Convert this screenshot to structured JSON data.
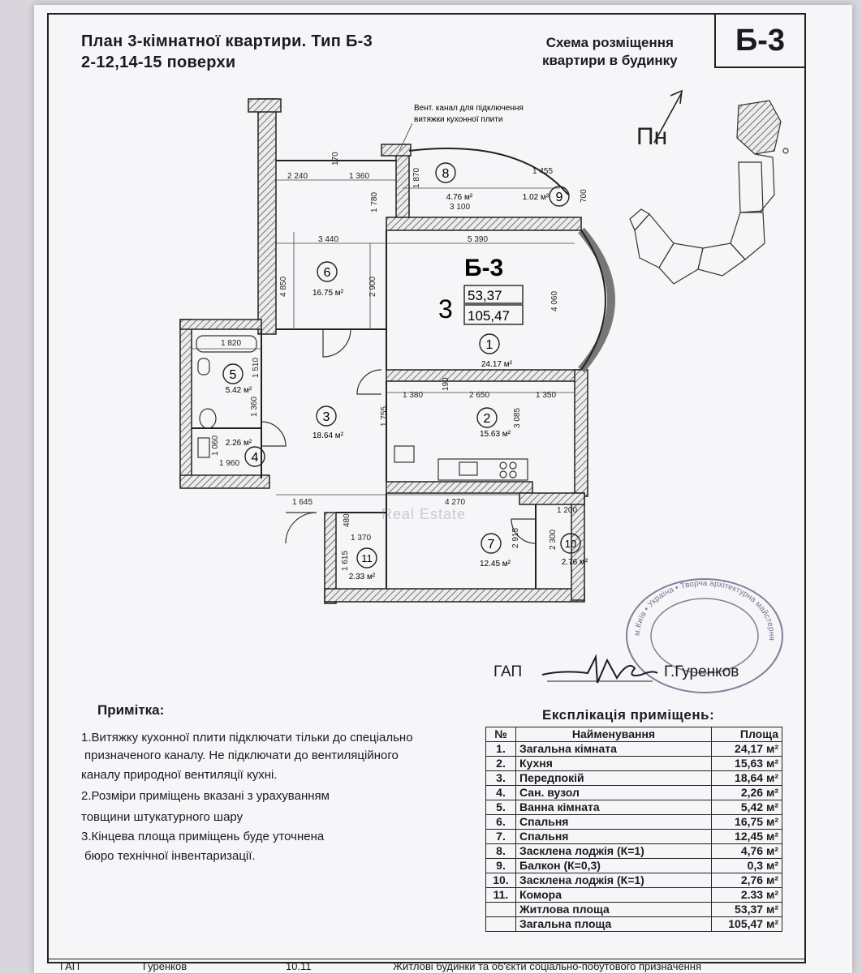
{
  "header": {
    "title_line1": "План 3-кімнатної квартири. Тип Б-3",
    "title_line2": "2-12,14-15 поверхи",
    "scheme_line1": "Схема розміщення",
    "scheme_line2": "квартири в будинку",
    "type_code": "Б-3"
  },
  "plan": {
    "vent_note_line1": "Вент. канал для підключення",
    "vent_note_line2": "витяжки кухонної плити",
    "north_label": "Пн",
    "apt_type": "Б-3",
    "rooms_count": "3",
    "living_area": "53,37",
    "total_area": "105,47",
    "rooms": [
      {
        "num": "1",
        "area": "24.17 м²"
      },
      {
        "num": "2",
        "area": "15.63 м²"
      },
      {
        "num": "3",
        "area": "18.64 м²"
      },
      {
        "num": "4",
        "area": "2.26 м²"
      },
      {
        "num": "5",
        "area": "5.42 м²"
      },
      {
        "num": "6",
        "area": "16.75 м²"
      },
      {
        "num": "7",
        "area": "12.45 м²"
      },
      {
        "num": "8",
        "area": "4.76 м²"
      },
      {
        "num": "9",
        "area": "1.02 м²"
      },
      {
        "num": "10",
        "area": "2.76 м²"
      },
      {
        "num": "11",
        "area": "2.33 м²"
      }
    ],
    "dims": [
      "2 240",
      "170",
      "1 360",
      "1 870",
      "1 780",
      "3 440",
      "5 390",
      "4 850",
      "2 900",
      "1 455",
      "700",
      "3 100",
      "4 060",
      "1 820",
      "1 510",
      "1 360",
      "1 380",
      "2 650",
      "190",
      "1 350",
      "3 085",
      "1 755",
      "1 060",
      "1 960",
      "1 645",
      "4 270",
      "1 200",
      "2 915",
      "1 370",
      "1 615",
      "480",
      "2 300"
    ]
  },
  "signature": {
    "gap_label": "ГАП",
    "gap_name": "Г.Гуренков"
  },
  "stamp": {
    "ring_text": "м.Київ • Україна • Творча архітектурна майстерня"
  },
  "notes": {
    "title": "Примітка:",
    "lines": [
      "1.Витяжку кухонної плити підключати тільки до спеціально",
      "призначеного каналу. Не підключати до вентиляційного",
      "каналу природної вентиляції кухні.",
      "2.Розміри приміщень вказані з урахуванням",
      "товщини штукатурного шару",
      "3.Кінцева площа приміщень буде уточнена",
      "бюро технічної інвентаризації."
    ]
  },
  "explication": {
    "title": "Експлікація приміщень:",
    "headers": [
      "№",
      "Найменування",
      "Площа"
    ],
    "rows": [
      {
        "num": "1.",
        "name": "Загальна кімната",
        "area": "24,17 м²"
      },
      {
        "num": "2.",
        "name": "Кухня",
        "area": "15,63 м²"
      },
      {
        "num": "3.",
        "name": "Передпокій",
        "area": "18,64 м²"
      },
      {
        "num": "4.",
        "name": "Сан. вузол",
        "area": "2,26 м²"
      },
      {
        "num": "5.",
        "name": "Ванна кімната",
        "area": "5,42 м²"
      },
      {
        "num": "6.",
        "name": "Спальня",
        "area": "16,75 м²"
      },
      {
        "num": "7.",
        "name": "Спальня",
        "area": "12,45 м²"
      },
      {
        "num": "8.",
        "name": "Засклена лоджія (К=1)",
        "area": "4,76 м²"
      },
      {
        "num": "9.",
        "name": "Балкон (К=0,3)",
        "area": "0,3 м²"
      },
      {
        "num": "10.",
        "name": "Засклена лоджія (К=1)",
        "area": "2,76 м²"
      },
      {
        "num": "11.",
        "name": "Комора",
        "area": "2.33 м²"
      }
    ],
    "totals": [
      {
        "label": "Житлова площа",
        "area": "53,37 м²"
      },
      {
        "label": "Загальна площа",
        "area": "105,47 м²"
      }
    ]
  },
  "footer": {
    "cells": [
      "ГАП",
      "Гуренков",
      "10.11",
      "Житлові будинки та об'єкти соціально-побутового призначення"
    ]
  },
  "watermark": "Real Estate"
}
